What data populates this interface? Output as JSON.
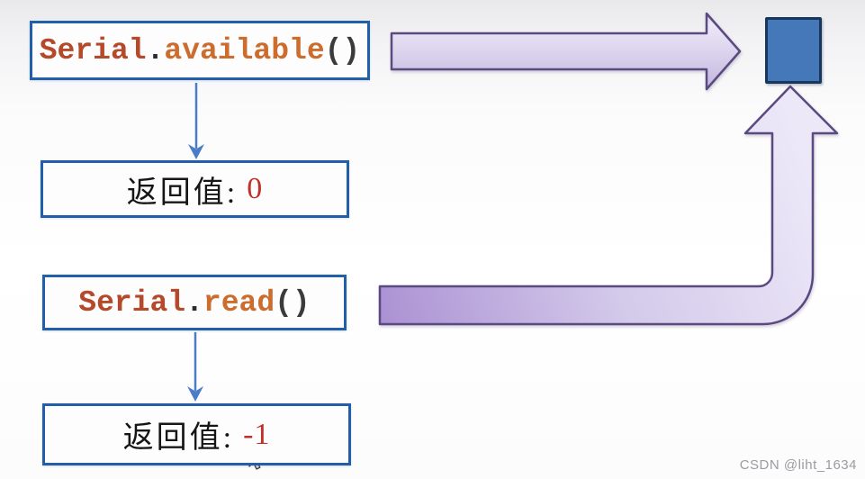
{
  "boxes": {
    "available": {
      "object": "Serial",
      "dot": ".",
      "method": "available",
      "parens": "()"
    },
    "return_zero": {
      "label": "返回值:",
      "value": "0"
    },
    "read": {
      "object": "Serial",
      "dot": ".",
      "method": "read",
      "parens": "()"
    },
    "return_neg_one": {
      "label": "返回值:",
      "value": "-1"
    }
  },
  "shapes": {
    "buffer_block": "serial-receive-buffer-block",
    "flow_arrow_right": "arrow-from-serial-available-to-buffer",
    "flow_arrow_curved_up": "arrow-from-serial-read-up-to-buffer",
    "connector_1": "arrow-available-to-return-0",
    "connector_2": "arrow-read-to-return-neg-1"
  },
  "colors": {
    "box_border_blue": "#2160a8",
    "code_object_color": "#b5492a",
    "code_method_color": "#cc6c2d",
    "code_paren_color": "#3b3b3b",
    "return_label_color": "#161616",
    "return_value_red": "#bf3027",
    "connector_blue": "#4a7cc7",
    "flow_arrow_fill_light": "#ece8f7",
    "flow_arrow_fill_dark": "#b49cd9",
    "flow_arrow_stroke": "#5a4a80",
    "buffer_fill_blue": "#4478b8",
    "buffer_border_navy": "#17375e"
  },
  "watermark": {
    "text": "CSDN @liht_1634"
  }
}
